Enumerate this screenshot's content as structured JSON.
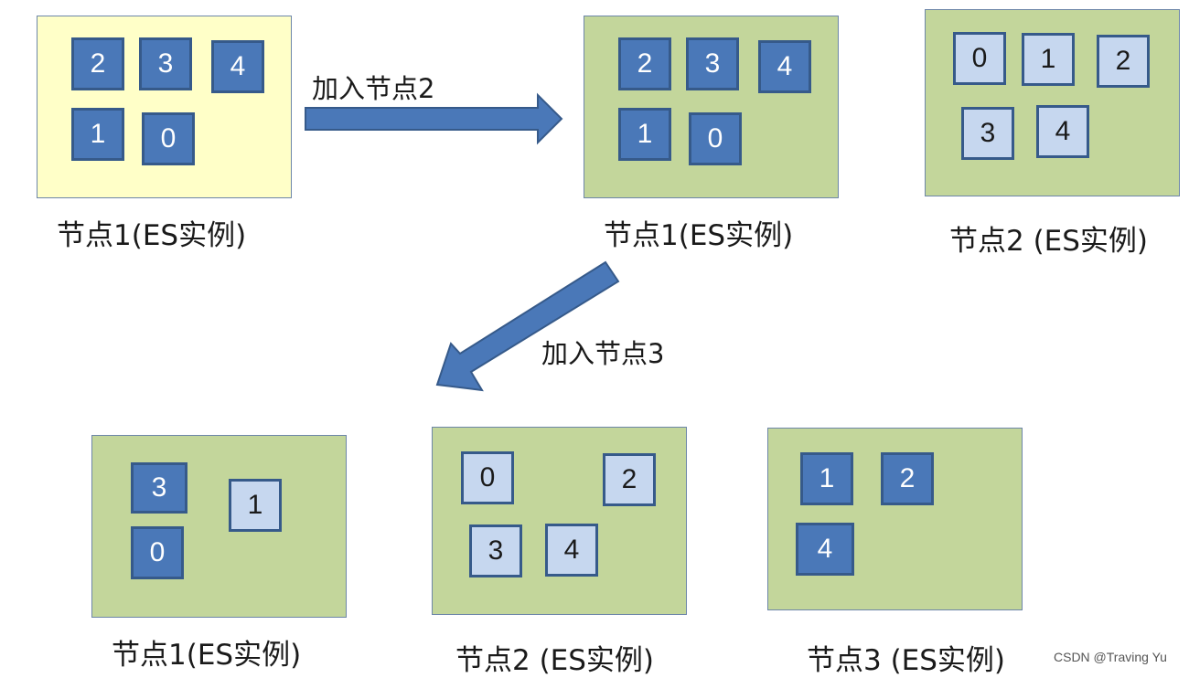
{
  "stage1": {
    "node1": {
      "caption": "节点1(ES实例)",
      "shards": [
        {
          "label": "2",
          "kind": "primary"
        },
        {
          "label": "3",
          "kind": "primary"
        },
        {
          "label": "4",
          "kind": "primary"
        },
        {
          "label": "1",
          "kind": "primary"
        },
        {
          "label": "0",
          "kind": "primary"
        }
      ]
    }
  },
  "arrow1": {
    "label": "加入节点2"
  },
  "stage2": {
    "node1": {
      "caption": "节点1(ES实例)",
      "shards": [
        {
          "label": "2",
          "kind": "primary"
        },
        {
          "label": "3",
          "kind": "primary"
        },
        {
          "label": "4",
          "kind": "primary"
        },
        {
          "label": "1",
          "kind": "primary"
        },
        {
          "label": "0",
          "kind": "primary"
        }
      ]
    },
    "node2": {
      "caption": "节点2 (ES实例)",
      "shards": [
        {
          "label": "0",
          "kind": "replica"
        },
        {
          "label": "1",
          "kind": "replica"
        },
        {
          "label": "2",
          "kind": "replica"
        },
        {
          "label": "3",
          "kind": "replica"
        },
        {
          "label": "4",
          "kind": "replica"
        }
      ]
    }
  },
  "arrow2": {
    "label": "加入节点3"
  },
  "stage3": {
    "node1": {
      "caption": "节点1(ES实例)",
      "shards": [
        {
          "label": "3",
          "kind": "primary"
        },
        {
          "label": "1",
          "kind": "replica"
        },
        {
          "label": "0",
          "kind": "primary"
        }
      ]
    },
    "node2": {
      "caption": "节点2 (ES实例)",
      "shards": [
        {
          "label": "0",
          "kind": "replica"
        },
        {
          "label": "2",
          "kind": "replica"
        },
        {
          "label": "3",
          "kind": "replica"
        },
        {
          "label": "4",
          "kind": "replica"
        }
      ]
    },
    "node3": {
      "caption": "节点3 (ES实例)",
      "shards": [
        {
          "label": "1",
          "kind": "primary"
        },
        {
          "label": "2",
          "kind": "primary"
        },
        {
          "label": "4",
          "kind": "primary"
        }
      ]
    }
  },
  "watermark": "CSDN @Traving Yu",
  "colors": {
    "node_before": "#ffffc8",
    "node_after": "#c3d69b",
    "primary_shard": "#4a78b8",
    "replica_shard": "#c6d7ef",
    "arrow": "#4a78b8"
  }
}
